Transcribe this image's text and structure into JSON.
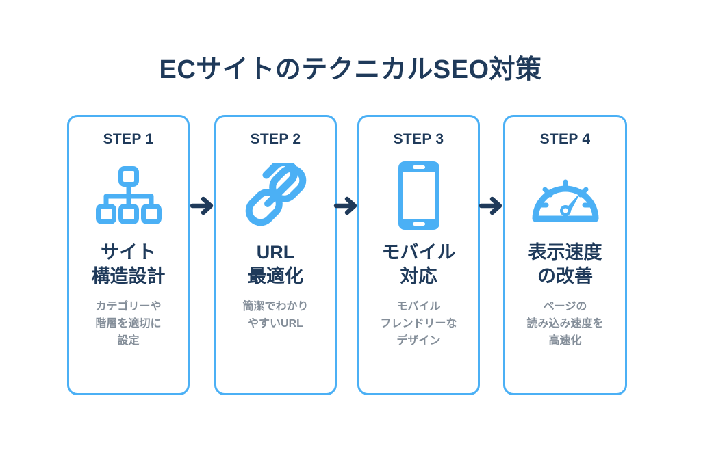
{
  "title": "ECサイトのテクニカルSEO対策",
  "theme": {
    "background": "#ffffff",
    "accent_blue": "#4BB0F5",
    "navy": "#1f3a5a",
    "gray_text": "#848e99"
  },
  "steps": [
    {
      "label": "STEP 1",
      "icon": "sitemap-icon",
      "title": "サイト\n構造設計",
      "description": "カテゴリーや\n階層を適切に\n設定"
    },
    {
      "label": "STEP 2",
      "icon": "link-chain-icon",
      "title": "URL\n最適化",
      "description": "簡潔でわかり\nやすいURL"
    },
    {
      "label": "STEP 3",
      "icon": "smartphone-icon",
      "title": "モバイル\n対応",
      "description": "モバイル\nフレンドリーな\nデザイン"
    },
    {
      "label": "STEP 4",
      "icon": "speedometer-icon",
      "title": "表示速度\nの改善",
      "description": "ページの\n読み込み速度を\n高速化"
    }
  ],
  "arrows": [
    {
      "name": "arrow-step1-to-step2"
    },
    {
      "name": "arrow-step2-to-step3"
    },
    {
      "name": "arrow-step3-to-step4"
    }
  ]
}
